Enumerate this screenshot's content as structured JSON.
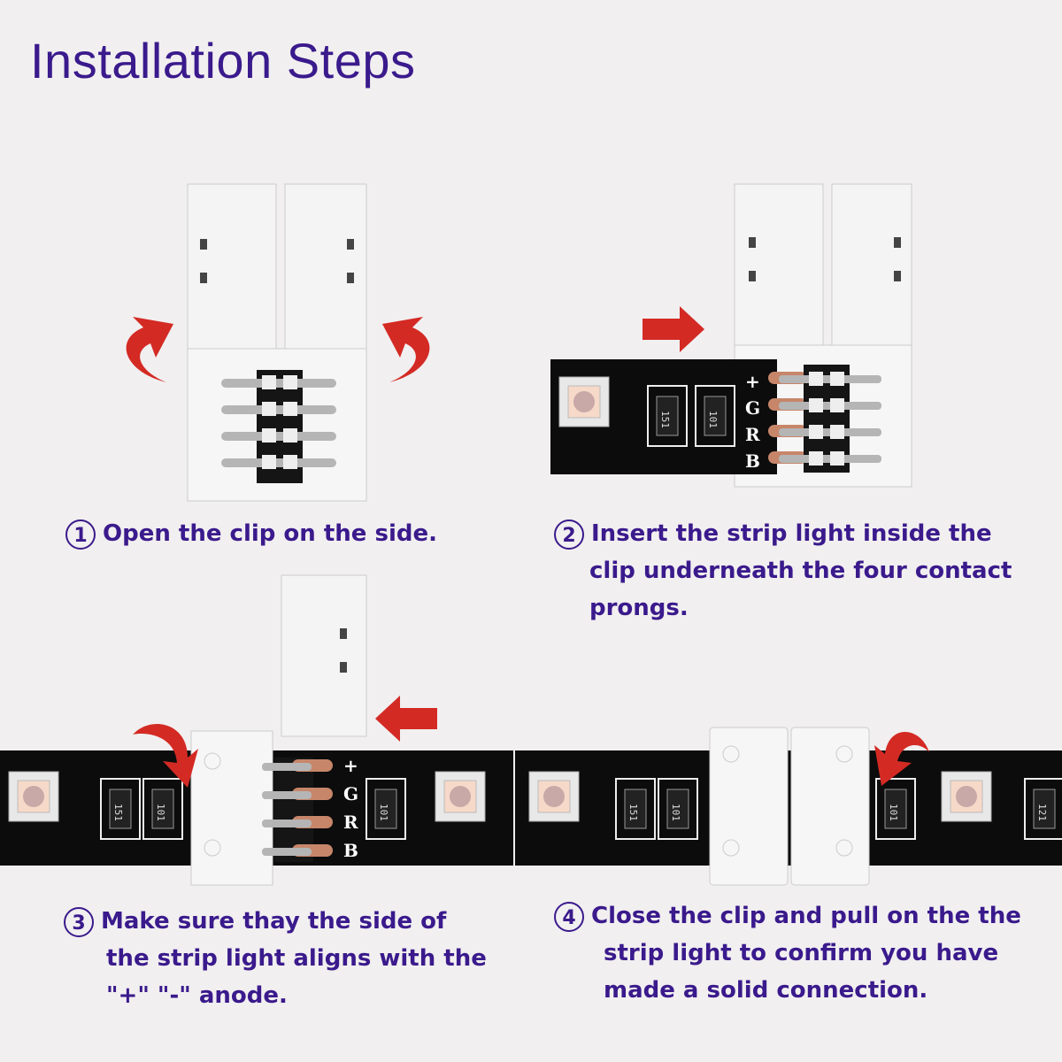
{
  "title": "Installation Steps",
  "colors": {
    "title": "#3a1a8c",
    "arrow": "#d42a24",
    "strip": "#0c0c0c",
    "clip": "#f4f4f4"
  },
  "steps": [
    {
      "number": "①",
      "lines": [
        "Open the clip on the side."
      ]
    },
    {
      "number": "②",
      "lines": [
        "Insert the strip light inside the",
        "clip underneath the four contact",
        "prongs."
      ]
    },
    {
      "number": "③",
      "lines": [
        "Make sure thay the side of",
        "the strip light aligns with the",
        "\"+\" \"-\" anode."
      ]
    },
    {
      "number": "④",
      "lines": [
        "Close the clip and pull on the the",
        "strip light to confirm you have",
        "made a solid connection."
      ]
    }
  ],
  "pin_labels": [
    "+",
    "G",
    "R",
    "B"
  ],
  "resistor_labels": [
    "151",
    "101",
    "121"
  ]
}
